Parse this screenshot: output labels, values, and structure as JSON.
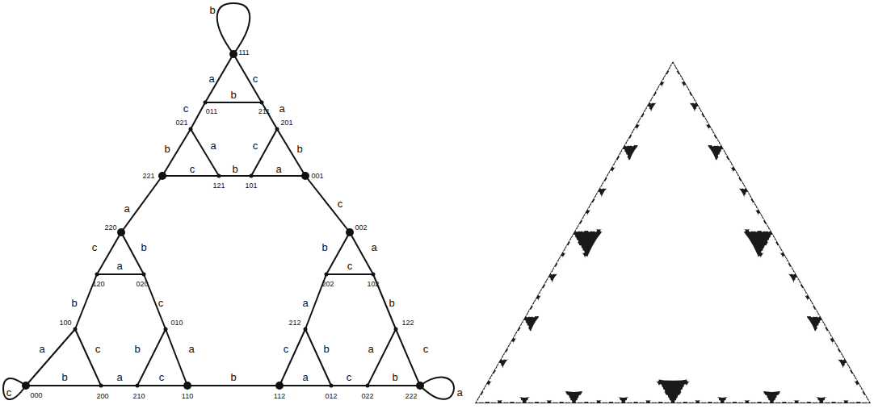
{
  "diagram": {
    "labels": [
      "111",
      "011",
      "211",
      "021",
      "201",
      "221",
      "121",
      "101",
      "001",
      "220",
      "002",
      "120",
      "020",
      "202",
      "102",
      "100",
      "010",
      "212",
      "122",
      "000",
      "200",
      "210",
      "110",
      "112",
      "012",
      "022",
      "222",
      "b",
      "a",
      "c",
      "b",
      "c",
      "a",
      "b",
      "a",
      "c",
      "b",
      "c",
      "b",
      "a",
      "a",
      "c",
      "c",
      "b",
      "a",
      "b",
      "c",
      "a",
      "c",
      "b",
      "a",
      "b",
      "a",
      "c",
      "b",
      "b",
      "a",
      "c",
      "a",
      "b",
      "c",
      "b",
      "a",
      "c",
      "a",
      "c",
      "b",
      "c",
      "a"
    ]
  }
}
